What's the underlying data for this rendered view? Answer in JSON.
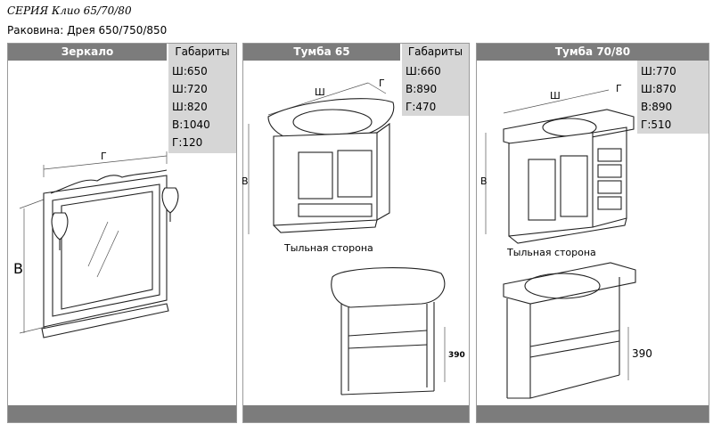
{
  "header": {
    "series": "СЕРИЯ Клио 65/70/80",
    "sink": "Раковина: Дрея 650/750/850"
  },
  "mirror": {
    "title": "Зеркало",
    "dims_title": "Габариты",
    "dims": [
      "Ш:650",
      "Ш:720",
      "Ш:820",
      "В:1040",
      "Г:120"
    ],
    "label_w": "Г",
    "label_h": "В"
  },
  "vanity65": {
    "title": "Тумба 65",
    "dims_title": "Габариты",
    "dims": [
      "Ш:660",
      "В:890",
      "Г:470"
    ],
    "label_w": "Ш",
    "label_d": "Г",
    "label_h": "В",
    "back_caption": "Тыльная сторона",
    "back_height": "390"
  },
  "vanity7080": {
    "title": "Тумба 70/80",
    "dims": [
      "Ш:770",
      "Ш:870",
      "В:890",
      "Г:510"
    ],
    "label_w": "Ш",
    "label_d": "Г",
    "label_h": "В",
    "back_caption": "Тыльная сторона",
    "back_height": "390"
  }
}
